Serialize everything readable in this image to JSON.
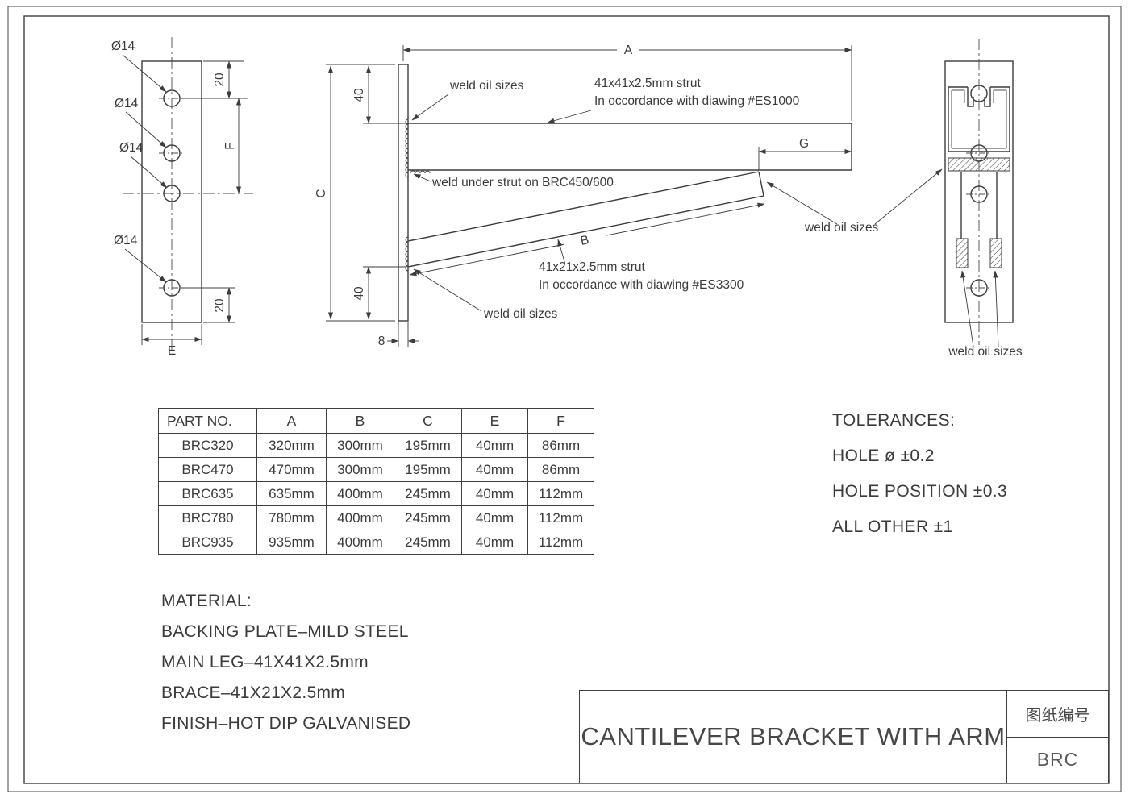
{
  "drawing": {
    "front_view": {
      "hole_label_1": "Ø14",
      "hole_label_2": "Ø14",
      "hole_label_3": "Ø14",
      "hole_label_4": "Ø14",
      "dim_top": "20",
      "dim_f": "F",
      "dim_bottom": "20",
      "dim_e": "E"
    },
    "side_view": {
      "dim_a": "A",
      "dim_g": "G",
      "dim_c": "C",
      "dim_40_top": "40",
      "dim_40_bottom": "40",
      "dim_8": "8",
      "dim_b": "B",
      "weld_note_top": "weld oil sizes",
      "strut_note_1": "41x41x2.5mm strut",
      "strut_note_2": "In occordance with diawing #ES1000",
      "weld_under_note": "weld under strut on BRC450/600",
      "brace_note_1": "41x21x2.5mm strut",
      "brace_note_2": "In occordance with diawing #ES3300",
      "weld_note_bottom": "weld oil sizes",
      "weld_note_right": "weld oil sizes"
    },
    "end_view": {
      "weld_note": "weld oil sizes"
    }
  },
  "parts_table": {
    "headers": [
      "PART NO.",
      "A",
      "B",
      "C",
      "E",
      "F"
    ],
    "rows": [
      [
        "BRC320",
        "320mm",
        "300mm",
        "195mm",
        "40mm",
        "86mm"
      ],
      [
        "BRC470",
        "470mm",
        "300mm",
        "195mm",
        "40mm",
        "86mm"
      ],
      [
        "BRC635",
        "635mm",
        "400mm",
        "245mm",
        "40mm",
        "112mm"
      ],
      [
        "BRC780",
        "780mm",
        "400mm",
        "245mm",
        "40mm",
        "112mm"
      ],
      [
        "BRC935",
        "935mm",
        "400mm",
        "245mm",
        "40mm",
        "112mm"
      ]
    ]
  },
  "tolerances": {
    "heading": "TOLERANCES:",
    "line_1": "HOLE ø   ±0.2",
    "line_2": "HOLE POSITION ±0.3",
    "line_3": "ALL OTHER ±1"
  },
  "material": {
    "heading": "MATERIAL:",
    "line_1": "BACKING PLATE–MILD STEEL",
    "line_2": "MAIN LEG–41X41X2.5mm",
    "line_3": "BRACE–41X21X2.5mm",
    "line_4": "FINISH–HOT DIP GALVANISED"
  },
  "title_block": {
    "title": "CANTILEVER BRACKET WITH ARM",
    "drawing_no_label": "图纸编号",
    "drawing_no": "BRC"
  }
}
